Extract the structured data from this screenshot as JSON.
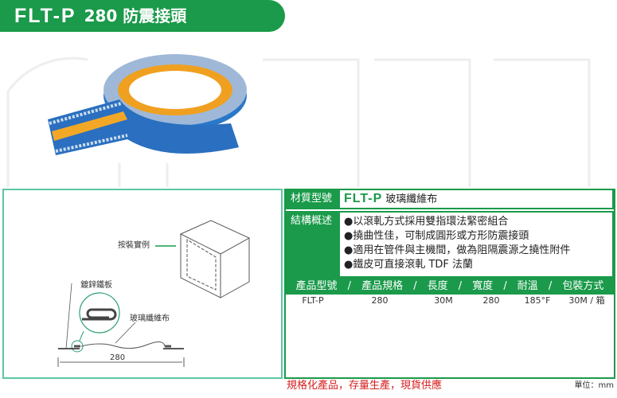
{
  "header": {
    "model": "FLT-P",
    "title": "280 防震接頭"
  },
  "diagram": {
    "install_label": "按裝實例",
    "sheet_label": "鍍鋅鐵板",
    "fabric_label": "玻璃纖維布",
    "dimension": "280"
  },
  "spec": {
    "material_label": "材質型號",
    "material_model": "FLT-P",
    "material_name": "玻璃纖維布",
    "structure_label": "結構概述",
    "bullets": [
      "●以滾軋方式採用雙指環法緊密組合",
      "●撓曲性佳，可制成圓形或方形防震接頭",
      "●適用在管件與主機間，做為阻隔震源之撓性附件",
      "●鐵皮可直接滾軋 TDF 法蘭"
    ],
    "columns": [
      "產品型號",
      "/",
      "產品規格",
      "/",
      "長度",
      "/",
      "寬度",
      "/",
      "耐溫",
      "/",
      "包裝方式"
    ],
    "row": [
      "FLT-P",
      "280",
      "30M",
      "280",
      "185°F",
      "30M / 箱"
    ]
  },
  "footer": {
    "slogan": "規格化產品，存量生產，現貨供應",
    "unit": "單位：mm"
  },
  "colors": {
    "green": "#1a9a4a",
    "border": "#5cc8a0",
    "red": "#d62020"
  }
}
